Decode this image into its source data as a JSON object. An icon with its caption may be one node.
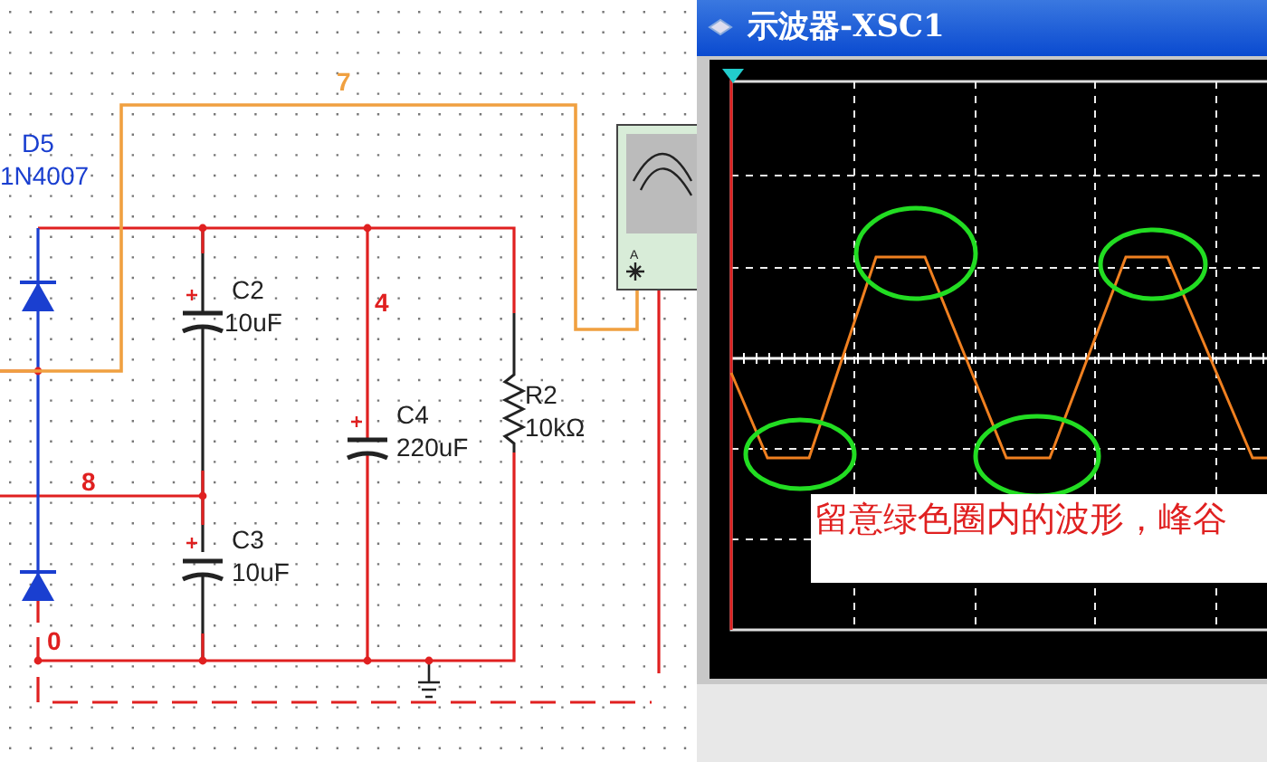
{
  "diagram": {
    "nodes": [
      {
        "text": [
          "示波器-XSC1"
        ]
      },
      {
        "text": [
          "留意绿色圈内的波形，峰谷"
        ],
        "in": 0
      }
    ],
    "labels": [
      "7",
      "D5",
      "1N4007",
      "C2",
      "10uF",
      "4",
      "C4",
      "220uF",
      "R2",
      "10kΩ",
      "8",
      "C3",
      "10uF",
      "0",
      "A"
    ]
  }
}
